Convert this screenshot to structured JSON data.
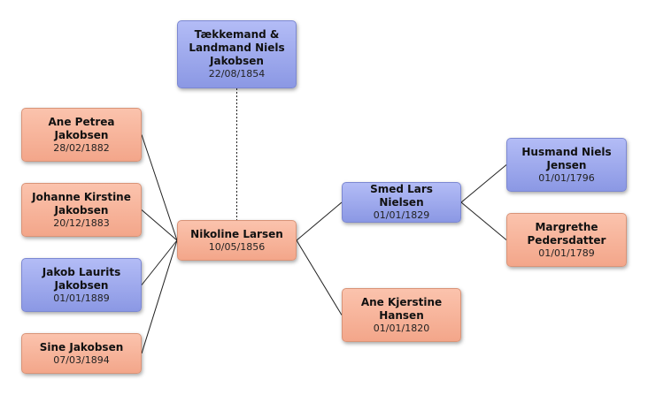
{
  "people": [
    {
      "id": "niels_jakobsen",
      "name": "Tækkemand & Landmand Niels Jakobsen",
      "date": "22/08/1854",
      "gender": "male"
    },
    {
      "id": "ane_petrea",
      "name": "Ane Petrea Jakobsen",
      "date": "28/02/1882",
      "gender": "female"
    },
    {
      "id": "johanne_kirstine",
      "name": "Johanne Kirstine Jakobsen",
      "date": "20/12/1883",
      "gender": "female"
    },
    {
      "id": "jakob_laurits",
      "name": "Jakob Laurits Jakobsen",
      "date": "01/01/1889",
      "gender": "male"
    },
    {
      "id": "sine",
      "name": "Sine Jakobsen",
      "date": "07/03/1894",
      "gender": "female"
    },
    {
      "id": "nikoline",
      "name": "Nikoline Larsen",
      "date": "10/05/1856",
      "gender": "female"
    },
    {
      "id": "lars_nielsen",
      "name": "Smed Lars Nielsen",
      "date": "01/01/1829",
      "gender": "male"
    },
    {
      "id": "ane_kjerstine",
      "name": "Ane Kjerstine Hansen",
      "date": "01/01/1820",
      "gender": "female"
    },
    {
      "id": "husmand_niels",
      "name": "Husmand Niels Jensen",
      "date": "01/01/1796",
      "gender": "male"
    },
    {
      "id": "margrethe",
      "name": "Margrethe Pedersdatter",
      "date": "01/01/1789",
      "gender": "female"
    }
  ],
  "links": [
    {
      "from": "niels_jakobsen",
      "to": "nikoline",
      "style": "dashed"
    },
    {
      "from": "ane_petrea",
      "to": "nikoline",
      "style": "solid"
    },
    {
      "from": "johanne_kirstine",
      "to": "nikoline",
      "style": "solid"
    },
    {
      "from": "jakob_laurits",
      "to": "nikoline",
      "style": "solid"
    },
    {
      "from": "sine",
      "to": "nikoline",
      "style": "solid"
    },
    {
      "from": "nikoline",
      "to": "lars_nielsen",
      "style": "solid"
    },
    {
      "from": "nikoline",
      "to": "ane_kjerstine",
      "style": "solid"
    },
    {
      "from": "lars_nielsen",
      "to": "husmand_niels",
      "style": "solid"
    },
    {
      "from": "lars_nielsen",
      "to": "margrethe",
      "style": "solid"
    }
  ],
  "colors": {
    "female": "#f3a68a",
    "male": "#8b98e4",
    "line": "#222222"
  }
}
